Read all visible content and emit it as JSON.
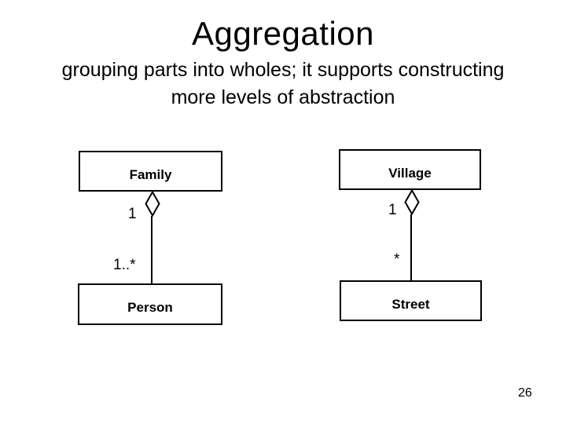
{
  "slide": {
    "title": "Aggregation",
    "subtitle_line1": "grouping parts into wholes; it supports constructing",
    "subtitle_line2": "more levels of abstraction",
    "page_number": "26"
  },
  "diagram": {
    "left": {
      "whole_class": "Family",
      "whole_multiplicity": "1",
      "part_multiplicity": "1..*",
      "part_class": "Person"
    },
    "right": {
      "whole_class": "Village",
      "whole_multiplicity": "1",
      "part_multiplicity": "*",
      "part_class": "Street"
    }
  },
  "colors": {
    "background": "#ffffff",
    "stroke": "#000000",
    "text": "#000000",
    "diamond_fill": "#ffffff"
  }
}
